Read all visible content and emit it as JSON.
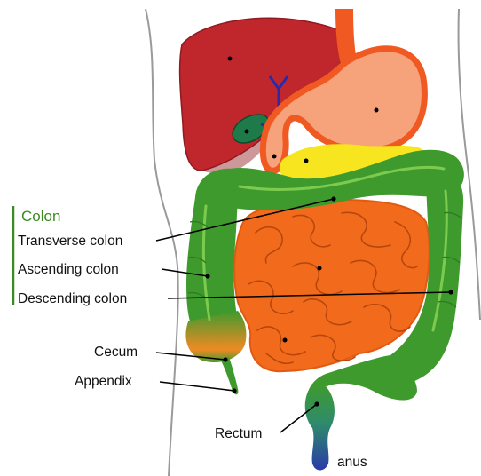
{
  "colors": {
    "background": "#ffffff",
    "body_outline": "#9a9a9a",
    "liver": "#c0272d",
    "liver_dark": "#8e1b20",
    "gallbladder": "#1f7a4a",
    "bile_duct": "#2a2aa8",
    "esophagus": "#f05a22",
    "stomach": "#f6a27a",
    "pancreas": "#f7e51f",
    "small_intestine": "#f26b1d",
    "small_intestine_line": "#b8460c",
    "colon": "#3f9a2e",
    "colon_highlight": "#7ccb4e",
    "cecum_gradient_end": "#f08a24",
    "rectum_gradient_start": "#2e8c6a",
    "rectum_gradient_end": "#2b3aa8",
    "colon_header": "#3c8a22",
    "bracket": "#3c8a22",
    "leader_line": "#000000"
  },
  "legend": {
    "header": "Colon",
    "items": [
      {
        "id": "transverse",
        "label": "Transverse colon"
      },
      {
        "id": "ascending",
        "label": "Ascending colon"
      },
      {
        "id": "descending",
        "label": "Descending colon"
      }
    ]
  },
  "labels": {
    "cecum": "Cecum",
    "appendix": "Appendix",
    "rectum": "Rectum",
    "anus": "anus"
  },
  "icons": {
    "organ_marker": "dot"
  }
}
